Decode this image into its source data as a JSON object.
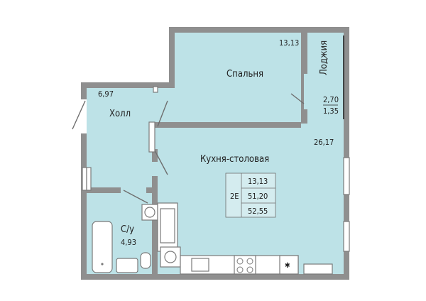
{
  "rooms": {
    "bedroom": {
      "name": "Спальня",
      "area": "13,13"
    },
    "loggia": {
      "name": "Лоджия",
      "area": "2,70",
      "reduced": "1,35"
    },
    "hall": {
      "name": "Холл",
      "area": "6,97"
    },
    "kitchen": {
      "name": "Кухня-столовая",
      "area": "26,17"
    },
    "bathroom": {
      "name": "С/у",
      "area": "4,93"
    }
  },
  "summary": {
    "type": "2Е",
    "living": "13,13",
    "total": "51,20",
    "with_loggia": "52,55"
  },
  "colors": {
    "room_fill": "#bde2e7",
    "wall": "#8f8f8f",
    "line": "#6e6e6e"
  }
}
